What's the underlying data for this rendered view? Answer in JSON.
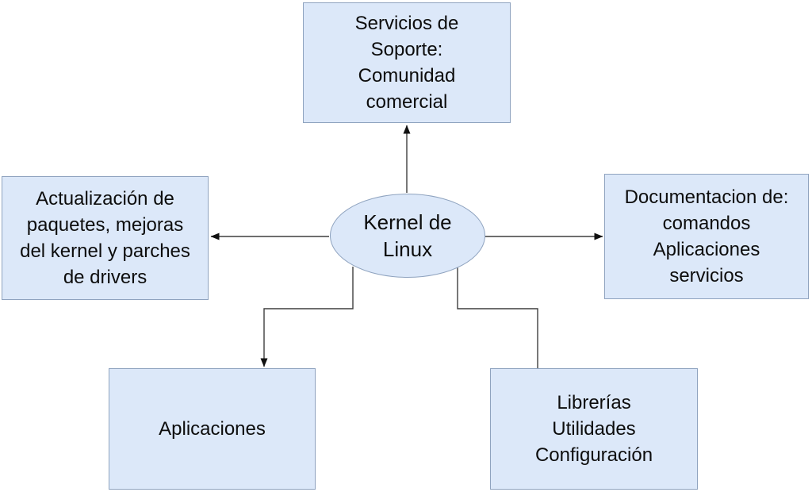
{
  "colors": {
    "background": "#ffffff",
    "node_fill": "#dce8f9",
    "node_border": "#8fa3bf",
    "connector": "#3f3f3f",
    "arrowhead": "#111111",
    "text": "#0d0d0d"
  },
  "nodes": {
    "kernel": {
      "shape": "ellipse",
      "label": "Kernel de\nLinux"
    },
    "support": {
      "shape": "rectangle",
      "label": "Servicios de\nSoporte:\nComunidad\ncomercial"
    },
    "updates": {
      "shape": "rectangle",
      "label": "Actualización de\npaquetes, mejoras\ndel kernel y parches\nde drivers"
    },
    "docs": {
      "shape": "rectangle",
      "label": "Documentacion de:\ncomandos\nAplicaciones\nservicios"
    },
    "apps": {
      "shape": "rectangle",
      "label": "Aplicaciones"
    },
    "libs": {
      "shape": "rectangle",
      "label": "Librerías\nUtilidades\nConfiguración"
    }
  },
  "connectors": [
    {
      "from": "kernel",
      "to": "support",
      "arrowhead": true
    },
    {
      "from": "kernel",
      "to": "updates",
      "arrowhead": true
    },
    {
      "from": "kernel",
      "to": "docs",
      "arrowhead": true
    },
    {
      "from": "kernel",
      "to": "apps",
      "arrowhead": true
    },
    {
      "from": "kernel",
      "to": "libs",
      "arrowhead": false
    }
  ]
}
